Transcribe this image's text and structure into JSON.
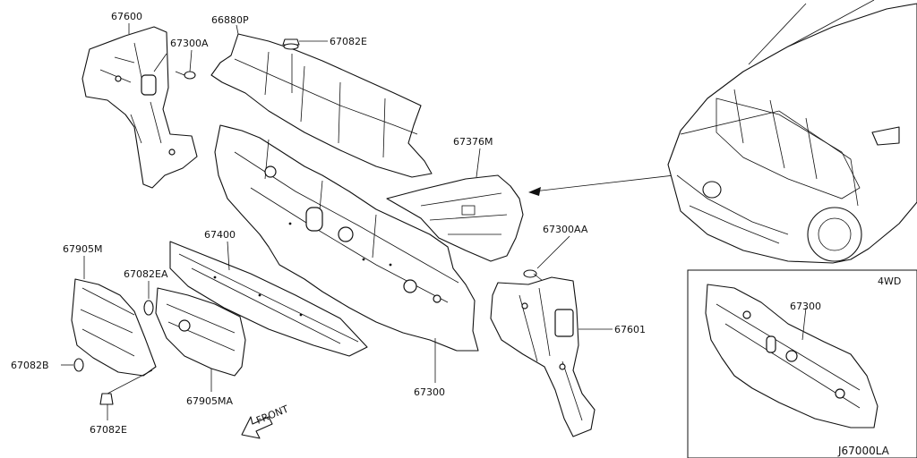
{
  "diagram_code": "J67000LA",
  "inset": {
    "label": "4WD",
    "part_label": "67300"
  },
  "front_label": "FRONT",
  "labels": {
    "p67600": "67600",
    "p67300A": "67300A",
    "p66880P": "66880P",
    "p67082E_top": "67082E",
    "p67376M": "67376M",
    "p67300AA": "67300AA",
    "p67601": "67601",
    "p67905M": "67905M",
    "p67082EA": "67082EA",
    "p67400": "67400",
    "p67082B": "67082B",
    "p67082E_bottom": "67082E",
    "p67905MA": "67905MA",
    "p67300": "67300"
  }
}
